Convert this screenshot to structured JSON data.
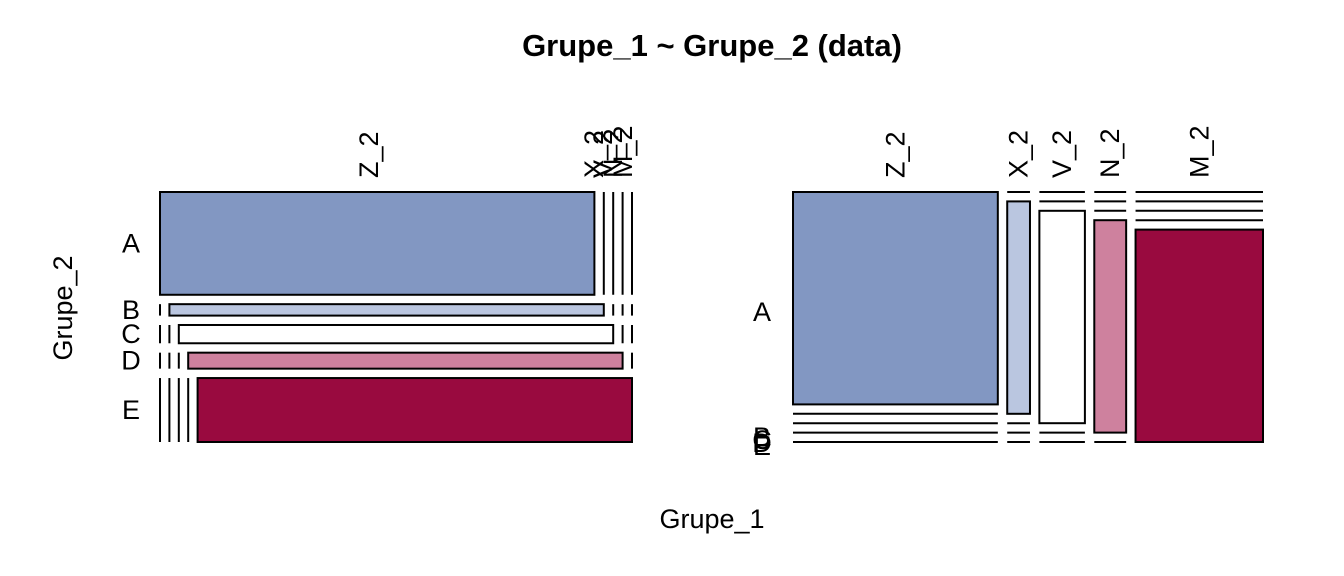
{
  "chart_data": {
    "type": "mosaic",
    "title": "Grupe_1 ~ Grupe_2 (data)",
    "xlabel": "Grupe_1",
    "ylabel": "Grupe_2",
    "colors": {
      "A": "#8297c2",
      "B": "#bac6e0",
      "C": "#ffffff",
      "D": "#ce819e",
      "E": "#990a3f"
    },
    "panels": [
      {
        "rows": [
          {
            "name": "A",
            "cells": [
              {
                "col": "Z_2",
                "value": 0.93
              },
              {
                "col": "X_2",
                "value": 0
              },
              {
                "col": "V_2",
                "value": 0
              },
              {
                "col": "N_2",
                "value": 0
              },
              {
                "col": "M_2",
                "value": 0
              }
            ]
          },
          {
            "name": "B",
            "cells": [
              {
                "col": "Z_2",
                "value": 0
              },
              {
                "col": "X_2",
                "value": 0.93
              },
              {
                "col": "V_2",
                "value": 0
              },
              {
                "col": "N_2",
                "value": 0
              },
              {
                "col": "M_2",
                "value": 0
              }
            ]
          },
          {
            "name": "C",
            "cells": [
              {
                "col": "Z_2",
                "value": 0
              },
              {
                "col": "X_2",
                "value": 0
              },
              {
                "col": "V_2",
                "value": 0.93
              },
              {
                "col": "N_2",
                "value": 0
              },
              {
                "col": "M_2",
                "value": 0
              }
            ]
          },
          {
            "name": "D",
            "cells": [
              {
                "col": "Z_2",
                "value": 0
              },
              {
                "col": "X_2",
                "value": 0
              },
              {
                "col": "V_2",
                "value": 0
              },
              {
                "col": "N_2",
                "value": 0.93
              },
              {
                "col": "M_2",
                "value": 0
              }
            ]
          },
          {
            "name": "E",
            "cells": [
              {
                "col": "Z_2",
                "value": 0
              },
              {
                "col": "X_2",
                "value": 0
              },
              {
                "col": "V_2",
                "value": 0
              },
              {
                "col": "N_2",
                "value": 0
              },
              {
                "col": "M_2",
                "value": 0.93
              }
            ]
          }
        ],
        "row_tick_labels": [
          "A",
          "B",
          "C",
          "D",
          "E"
        ],
        "col_tick_labels": [
          "Z_2",
          "X_2",
          "V_2",
          "N_2",
          "M_2"
        ],
        "row_value_shares": [
          0.45,
          0.05,
          0.08,
          0.07,
          0.28
        ],
        "col_value_shares": [
          0.93,
          0,
          0,
          0,
          0
        ]
      },
      {
        "cols": [
          {
            "name": "Z_2",
            "share": 0.45,
            "cells": [
              {
                "row": "A",
                "value": 1
              },
              {
                "row": "B",
                "value": 0
              },
              {
                "row": "C",
                "value": 0
              },
              {
                "row": "D",
                "value": 0
              },
              {
                "row": "E",
                "value": 0
              }
            ]
          },
          {
            "name": "X_2",
            "share": 0.05,
            "cells": [
              {
                "row": "A",
                "value": 0
              },
              {
                "row": "B",
                "value": 1
              },
              {
                "row": "C",
                "value": 0
              },
              {
                "row": "D",
                "value": 0
              },
              {
                "row": "E",
                "value": 0
              }
            ]
          },
          {
            "name": "V_2",
            "share": 0.1,
            "cells": [
              {
                "row": "A",
                "value": 0
              },
              {
                "row": "B",
                "value": 0
              },
              {
                "row": "C",
                "value": 1
              },
              {
                "row": "D",
                "value": 0
              },
              {
                "row": "E",
                "value": 0
              }
            ]
          },
          {
            "name": "N_2",
            "share": 0.07,
            "cells": [
              {
                "row": "A",
                "value": 0
              },
              {
                "row": "B",
                "value": 0
              },
              {
                "row": "C",
                "value": 0
              },
              {
                "row": "D",
                "value": 1
              },
              {
                "row": "E",
                "value": 0
              }
            ]
          },
          {
            "name": "M_2",
            "share": 0.28,
            "cells": [
              {
                "row": "A",
                "value": 0
              },
              {
                "row": "B",
                "value": 0
              },
              {
                "row": "C",
                "value": 0
              },
              {
                "row": "D",
                "value": 0
              },
              {
                "row": "E",
                "value": 1
              }
            ]
          }
        ],
        "row_tick_labels": [
          "A",
          "B",
          "C",
          "D",
          "E"
        ],
        "col_tick_labels": [
          "Z_2",
          "X_2",
          "V_2",
          "N_2",
          "M_2"
        ]
      }
    ]
  }
}
